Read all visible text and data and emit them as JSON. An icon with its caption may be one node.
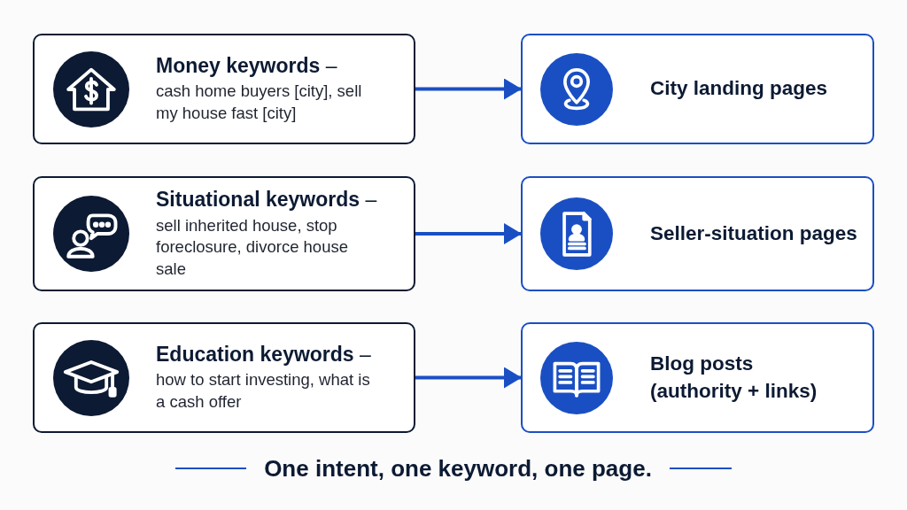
{
  "diagram": {
    "caption": "One intent, one keyword, one page.",
    "nodes": [
      {
        "text": [
          "**Money keywords** –",
          "cash home buyers [city], sell my house fast [city]"
        ]
      },
      {
        "text": [
          "City landing pages"
        ]
      },
      {
        "text": [
          "**Situational keywords** –",
          "sell inherited house, stop foreclosure, divorce house sale"
        ]
      },
      {
        "text": [
          "Seller-situation pages"
        ]
      },
      {
        "text": [
          "**Education keywords** –",
          "how to start investing, what is a cash offer"
        ]
      },
      {
        "text": [
          "Blog posts (authority + links)"
        ]
      }
    ],
    "edges": [
      {
        "from": 0,
        "to": 1,
        "arrow": "to"
      },
      {
        "from": 2,
        "to": 3,
        "arrow": "to"
      },
      {
        "from": 4,
        "to": 5,
        "arrow": "to"
      }
    ]
  }
}
